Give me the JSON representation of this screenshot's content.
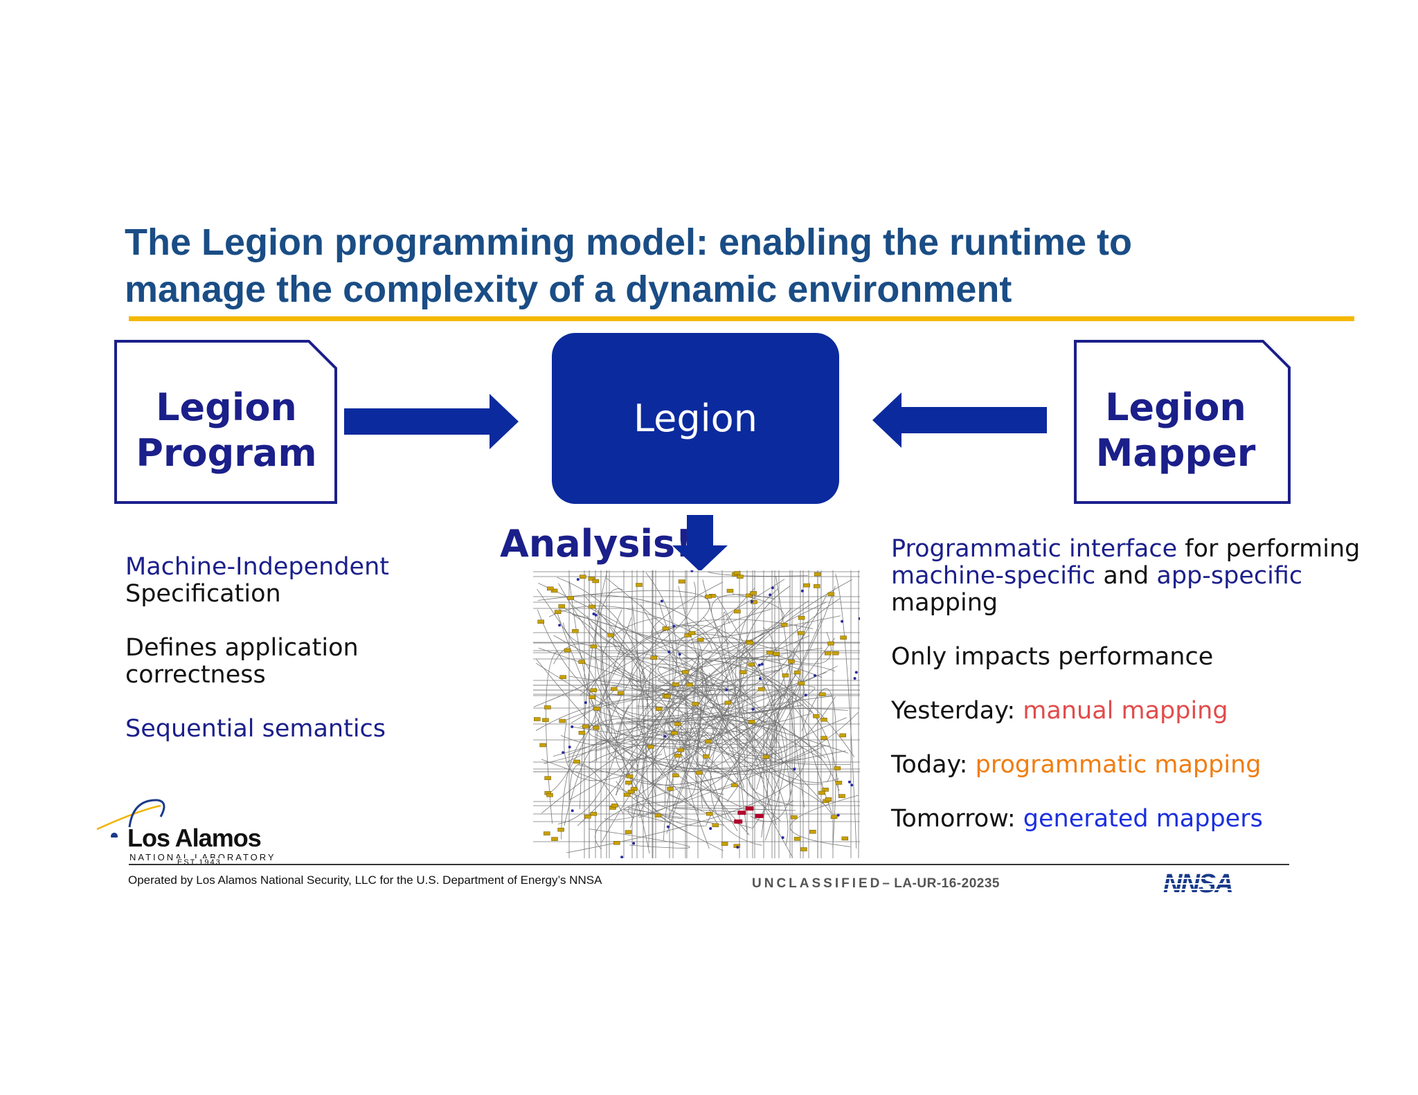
{
  "title": {
    "line1": "The Legion programming model: enabling the runtime to",
    "line2": "manage the complexity of a dynamic environment"
  },
  "diagram": {
    "program_box": {
      "line1": "Legion",
      "line2": "Program"
    },
    "core_box": "Legion",
    "mapper_box": {
      "line1": "Legion",
      "line2": "Mapper"
    },
    "analysis_label": "Analysis!"
  },
  "left_notes": {
    "item1_a": "Machine-Independent",
    "item1_b": "Specification",
    "item2_a": "Defines application",
    "item2_b": "correctness",
    "item3": "Sequential semantics"
  },
  "right_notes": {
    "p1_a": "Programmatic interface",
    "p1_b": " for performing",
    "p1_c": "machine-specific",
    "p1_d": " and ",
    "p1_e": "app-specific",
    "p1_f": "mapping",
    "p2": "Only impacts performance",
    "p3_label": "Yesterday: ",
    "p3_value": "manual mapping",
    "p4_label": "Today: ",
    "p4_value": "programmatic mapping",
    "p5_label": "Tomorrow: ",
    "p5_value": "generated mappers"
  },
  "footer": {
    "logo_name": "Los Alamos",
    "logo_sub": "NATIONAL LABORATORY",
    "logo_est": "EST.1943",
    "operated": "Operated by Los Alamos National Security, LLC for the U.S. Department of Energy’s NNSA",
    "classification": "UNCLASSIFIED",
    "doc_number": "– LA-UR-16-20235",
    "nnsa_logo": "NNSA"
  },
  "colors": {
    "title": "#1a4d85",
    "rule": "#f5b800",
    "core": "#0b2a9e",
    "navy_text": "#1b1f8a",
    "red": "#e24b4b",
    "orange": "#f07d10",
    "blue": "#1a2fe0"
  }
}
